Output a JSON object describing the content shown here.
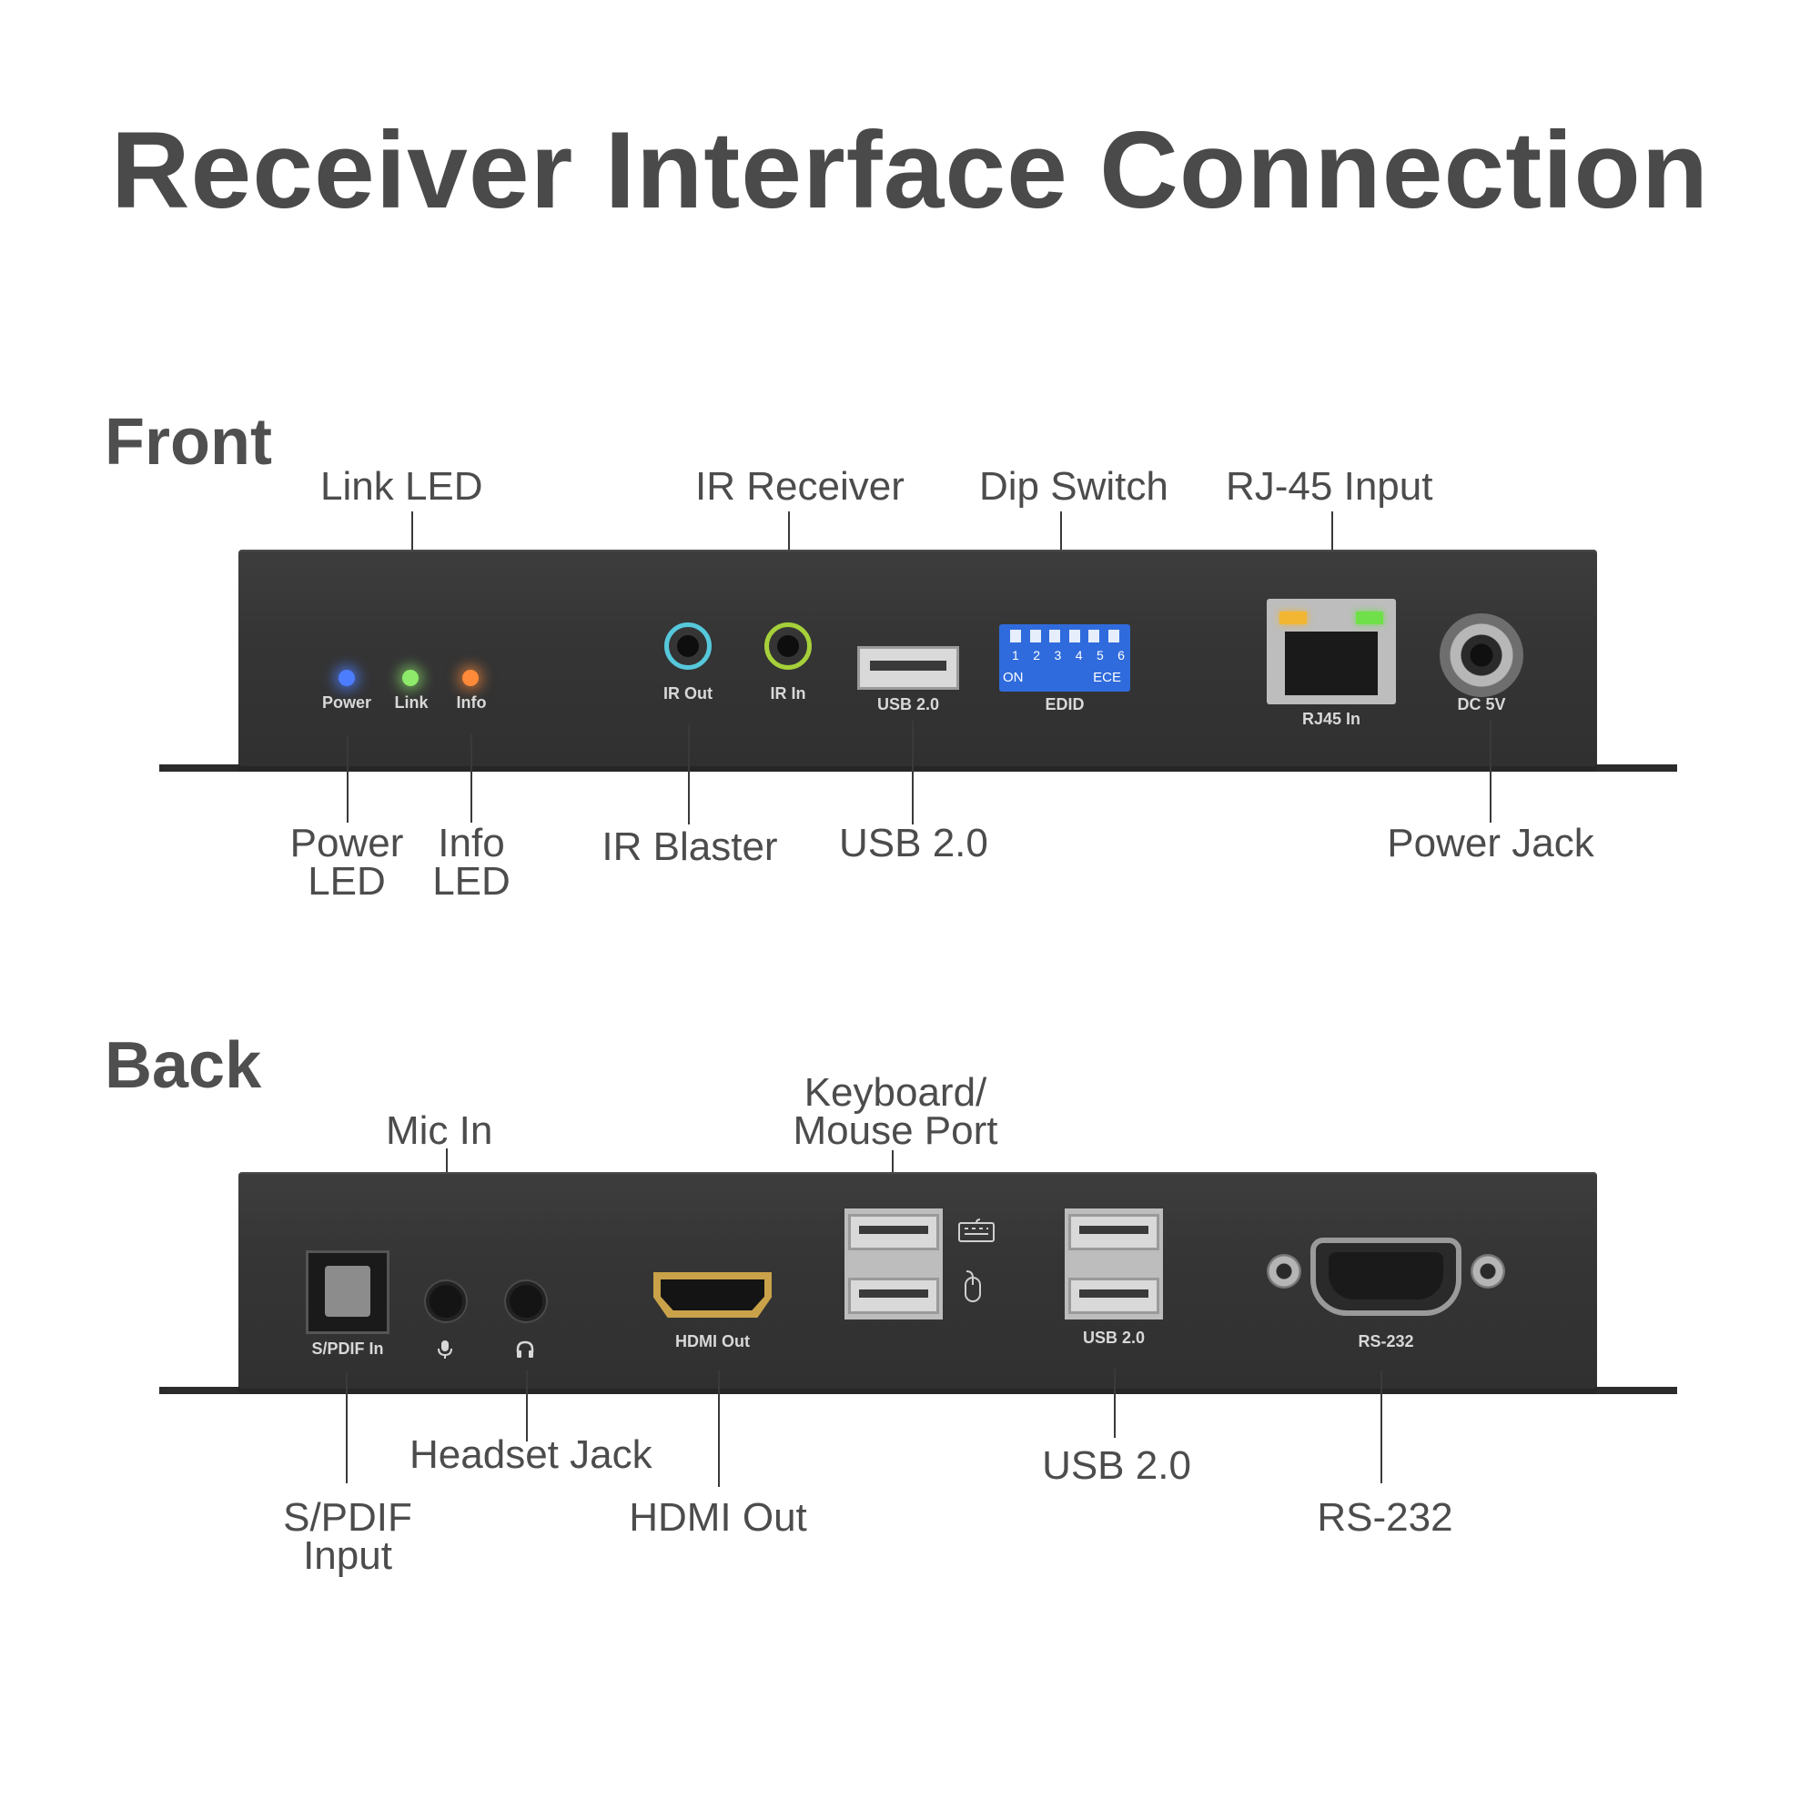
{
  "title": "Receiver Interface Connection",
  "front": {
    "section_label": "Front",
    "callouts": {
      "link_led": "Link LED",
      "ir_receiver": "IR Receiver",
      "dip_switch": "Dip Switch",
      "rj45_input": "RJ-45 Input",
      "power_led_1": "Power",
      "power_led_2": "LED",
      "info_led_1": "Info",
      "info_led_2": "LED",
      "ir_blaster": "IR Blaster",
      "usb": "USB 2.0",
      "power_jack": "Power Jack"
    },
    "silk": {
      "power": "Power",
      "link": "Link",
      "info": "Info",
      "ir_out": "IR Out",
      "ir_in": "IR In",
      "usb": "USB 2.0",
      "edid": "EDID",
      "rj45": "RJ45 In",
      "dc": "DC 5V",
      "dip_on": "ON",
      "dip_ece": "ECE",
      "dip_numbers": [
        "1",
        "2",
        "3",
        "4",
        "5",
        "6"
      ]
    },
    "colors": {
      "power_led": "#4d7dff",
      "link_led": "#8dea6a",
      "info_led": "#ff8a3a",
      "ir_out_ring": "#56c8dc",
      "ir_in_ring": "#a6d03a",
      "dip_body": "#2f6bdc"
    }
  },
  "back": {
    "section_label": "Back",
    "callouts": {
      "mic_in": "Mic In",
      "kbm_1": "Keyboard/",
      "kbm_2": "Mouse Port",
      "spdif_1": "S/PDIF",
      "spdif_2": "Input",
      "headset": "Headset Jack",
      "hdmi": "HDMI Out",
      "usb": "USB 2.0",
      "rs232": "RS-232"
    },
    "silk": {
      "spdif": "S/PDIF In",
      "hdmi": "HDMI Out",
      "usb": "USB 2.0",
      "rs232": "RS-232"
    },
    "icons": {
      "mic": "microphone-icon",
      "headset": "headphones-icon",
      "keyboard": "keyboard-icon",
      "mouse": "mouse-icon"
    }
  }
}
